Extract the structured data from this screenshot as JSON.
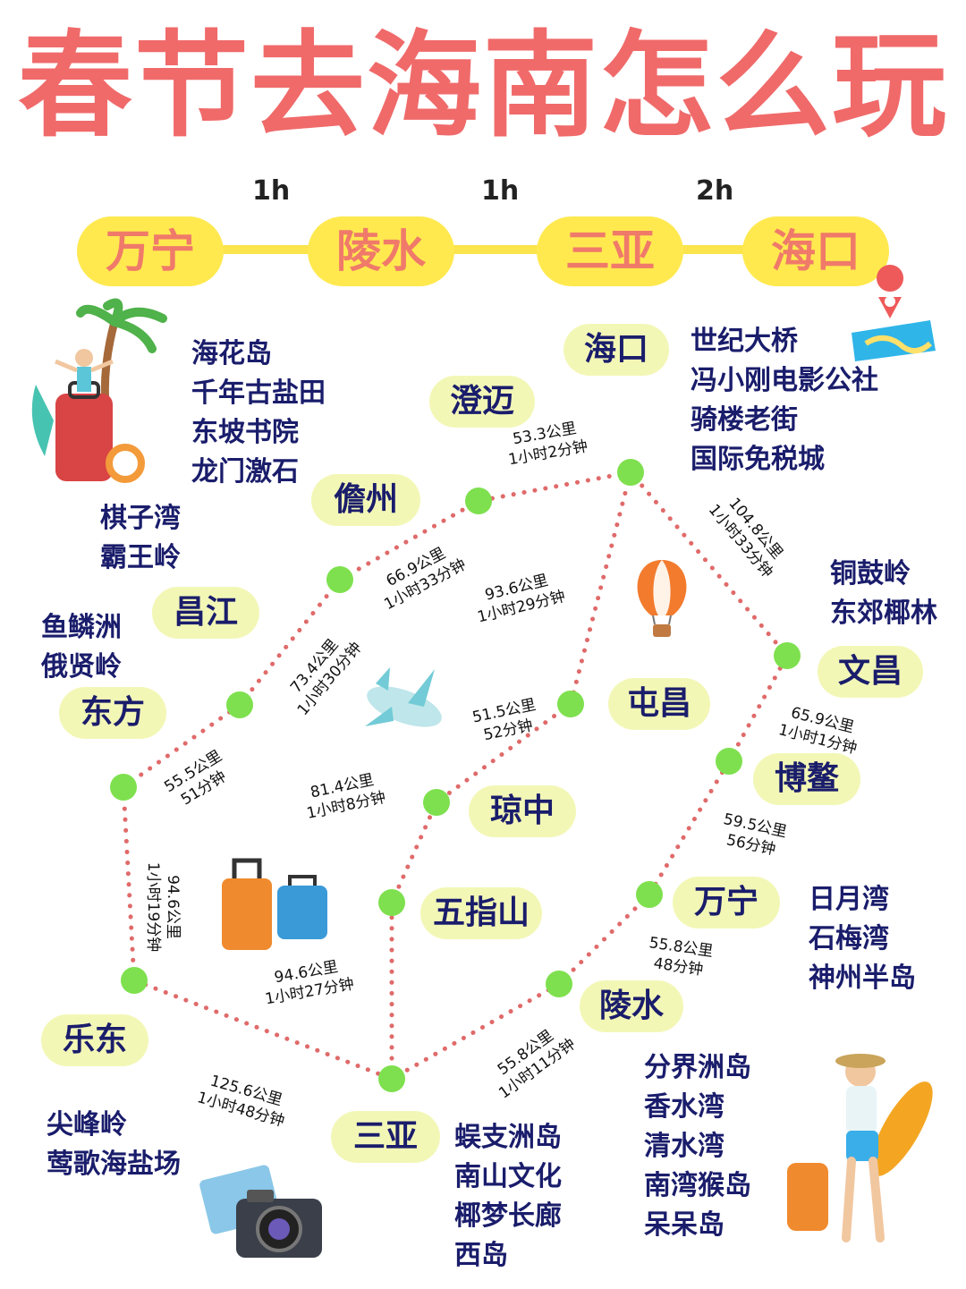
{
  "title": "春节去海南怎么玩",
  "route": {
    "stops": [
      "万宁",
      "陵水",
      "三亚",
      "海口"
    ],
    "durations": [
      "1h",
      "1h",
      "2h"
    ]
  },
  "cities": {
    "haikou": "海口",
    "chengmai": "澄迈",
    "danzhou": "儋州",
    "changjiang": "昌江",
    "dongfang": "东方",
    "ledong": "乐东",
    "sanya": "三亚",
    "lingshui": "陵水",
    "wanning": "万宁",
    "boao": "博鳌",
    "wenchang": "文昌",
    "tunchang": "屯昌",
    "qiongzhong": "琼中",
    "wuzhishan": "五指山"
  },
  "attractions": {
    "haikou": [
      "世纪大桥",
      "冯小刚电影公社",
      "骑楼老街",
      "国际免税城"
    ],
    "danzhou": [
      "海花岛",
      "千年古盐田",
      "东坡书院",
      "龙门激石"
    ],
    "changjiang": [
      "棋子湾",
      "霸王岭"
    ],
    "dongfang": [
      "鱼鳞洲",
      "俄贤岭"
    ],
    "wenchang": [
      "铜鼓岭",
      "东郊椰林"
    ],
    "wanning": [
      "日月湾",
      "石梅湾",
      "神州半岛"
    ],
    "lingshui": [
      "分界洲岛",
      "香水湾",
      "清水湾",
      "南湾猴岛",
      "呆呆岛"
    ],
    "sanya": [
      "蜈支洲岛",
      "南山文化",
      "椰梦长廊",
      "西岛"
    ],
    "ledong": [
      "尖峰岭",
      "莺歌海盐场"
    ]
  },
  "distances": {
    "chengmai_haikou": [
      "53.3公里",
      "1小时2分钟"
    ],
    "haikou_wenchang": [
      "104.8公里",
      "1小时33分钟"
    ],
    "danzhou_chengmai": [
      "66.9公里",
      "1小时33分钟"
    ],
    "haikou_tunchang": [
      "93.6公里",
      "1小时29分钟"
    ],
    "changjiang_danzhou": [
      "73.4公里",
      "1小时30分钟"
    ],
    "tunchang_qiongzhong": [
      "51.5公里",
      "52分钟"
    ],
    "wenchang_boao": [
      "65.9公里",
      "1小时1分钟"
    ],
    "dongfang_changjiang": [
      "55.5公里",
      "51分钟"
    ],
    "qiongzhong_wuzhishan": [
      "81.4公里",
      "1小时8分钟"
    ],
    "boao_wanning": [
      "59.5公里",
      "56分钟"
    ],
    "dongfang_ledong": [
      "94.6公里",
      "1小时19分钟"
    ],
    "wanning_lingshui": [
      "55.8公里",
      "48分钟"
    ],
    "wuzhishan_sanya": [
      "94.6公里",
      "1小时27分钟"
    ],
    "lingshui_sanya": [
      "55.8公里",
      "1小时11分钟"
    ],
    "ledong_sanya": [
      "125.6公里",
      "1小时48分钟"
    ]
  },
  "colors": {
    "title": "#f06a6a",
    "pill": "#ffe94f",
    "pill_text": "#f07a6a",
    "node": "#7ee04e",
    "dotted_line": "#e06a6a",
    "city_bg": "#f3f7b6",
    "text": "#1a1d6b"
  },
  "icons": [
    "palm-tree-traveler-icon",
    "map-pin-icon",
    "hot-air-balloon-icon",
    "airplane-icon",
    "luggage-icon",
    "camera-icon",
    "surfer-traveler-icon"
  ]
}
